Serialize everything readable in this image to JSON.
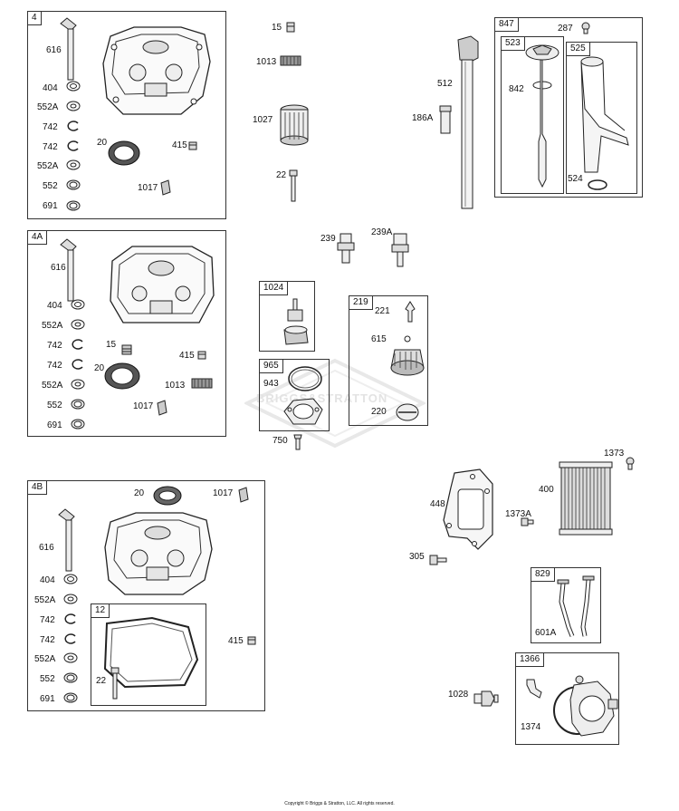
{
  "groups": {
    "g4": "4",
    "g4A": "4A",
    "g4B": "4B",
    "g12": "12",
    "g847": "847",
    "g523": "523",
    "g525": "525",
    "g1024": "1024",
    "g219": "219",
    "g965": "965",
    "g829": "829",
    "g1366": "1366"
  },
  "labels": {
    "l616a": "616",
    "l404a": "404",
    "l552Aa1": "552A",
    "l742a1": "742",
    "l742a2": "742",
    "l552Aa2": "552A",
    "l552a": "552",
    "l691a": "691",
    "l20a": "20",
    "l415a": "415",
    "l1017a": "1017",
    "l15a": "15",
    "l1013a": "1013",
    "l1027": "1027",
    "l22a": "22",
    "l512": "512",
    "l186A": "186A",
    "l287": "287",
    "l842": "842",
    "l524": "524",
    "l616b": "616",
    "l404b": "404",
    "l552Ab1": "552A",
    "l742b1": "742",
    "l742b2": "742",
    "l552Ab2": "552A",
    "l552b": "552",
    "l691b": "691",
    "l15b": "15",
    "l415b": "415",
    "l20b": "20",
    "l1013b": "1013",
    "l1017b": "1017",
    "l239": "239",
    "l239A": "239A",
    "l221": "221",
    "l615": "615",
    "l220": "220",
    "l943": "943",
    "l750": "750",
    "l20c": "20",
    "l1017c": "1017",
    "l616c": "616",
    "l404c": "404",
    "l552Ac1": "552A",
    "l742c1": "742",
    "l742c2": "742",
    "l552Ac2": "552A",
    "l552c": "552",
    "l691c": "691",
    "l22c": "22",
    "l415c": "415",
    "l448": "448",
    "l1373A": "1373A",
    "l305": "305",
    "l400": "400",
    "l1373": "1373",
    "l601A": "601A",
    "l1028": "1028",
    "l1374": "1374"
  },
  "watermark": "BRIGGS&STRATTON",
  "copyright": "Copyright © Briggs & Stratton, LLC. All rights reserved."
}
